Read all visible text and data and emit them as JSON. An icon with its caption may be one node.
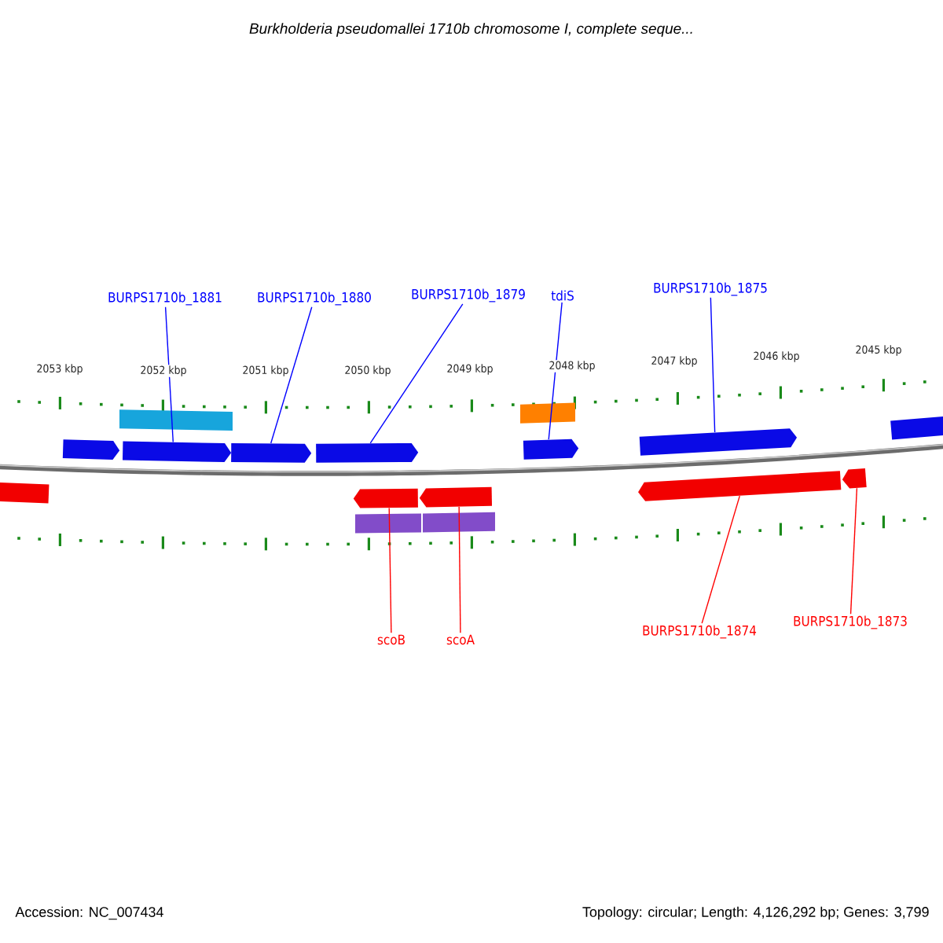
{
  "diagram": {
    "title": "Burkholderia pseudomallei 1710b chromosome I, complete seque...",
    "nodes": [
      {
        "text": [
          "BURPS1710b_1881"
        ]
      },
      {
        "text": [
          "BURPS1710b_1880"
        ]
      },
      {
        "text": [
          "BURPS1710b_1879"
        ]
      },
      {
        "text": [
          "tdiS"
        ]
      },
      {
        "text": [
          "BURPS1710b_1875"
        ]
      },
      {
        "text": [
          "scoB"
        ]
      },
      {
        "text": [
          "scoA"
        ]
      },
      {
        "text": [
          "BURPS1710b_1874"
        ]
      },
      {
        "text": [
          "BURPS1710b_1873"
        ]
      },
      {
        "text": [],
        "shape": "bar"
      },
      {
        "text": [],
        "shape": "bar"
      },
      {
        "text": [],
        "shape": "bar"
      },
      {
        "text": [],
        "shape": "bar"
      },
      {
        "text": [],
        "shape": "bar"
      },
      {
        "text": [],
        "shape": "bar"
      },
      {
        "text": [],
        "shape": "bar"
      },
      {
        "text": [],
        "shape": "bar"
      },
      {
        "text": [],
        "shape": "bar"
      },
      {
        "text": [],
        "shape": "bar"
      },
      {
        "text": [],
        "shape": "bar"
      },
      {
        "text": [],
        "shape": "bar"
      }
    ],
    "edges": [
      {
        "from": 0,
        "to": 10,
        "arrow": "none"
      },
      {
        "from": 1,
        "to": 11,
        "arrow": "none"
      },
      {
        "from": 2,
        "to": 12,
        "arrow": "none"
      },
      {
        "from": 3,
        "to": 13,
        "arrow": "none"
      },
      {
        "from": 4,
        "to": 14,
        "arrow": "none"
      },
      {
        "from": 5,
        "to": 17,
        "arrow": "none",
        "color": "#ff0000"
      },
      {
        "from": 6,
        "to": 18,
        "arrow": "none",
        "color": "#ff0000"
      },
      {
        "from": 7,
        "to": 19,
        "arrow": "none",
        "color": "#ff0000"
      },
      {
        "from": 8,
        "to": 20,
        "arrow": "none",
        "color": "#ff0000"
      }
    ],
    "labels": [
      "2053 kbp",
      "2052 kbp",
      "2051 kbp",
      "2050 kbp",
      "2049 kbp",
      "2048 kbp",
      "2047 kbp",
      "2046 kbp",
      "2045 kbp",
      "Accession: NC_007434",
      "Topology: circular; Length: 4,126,292 bp; Genes: 3,799"
    ]
  }
}
